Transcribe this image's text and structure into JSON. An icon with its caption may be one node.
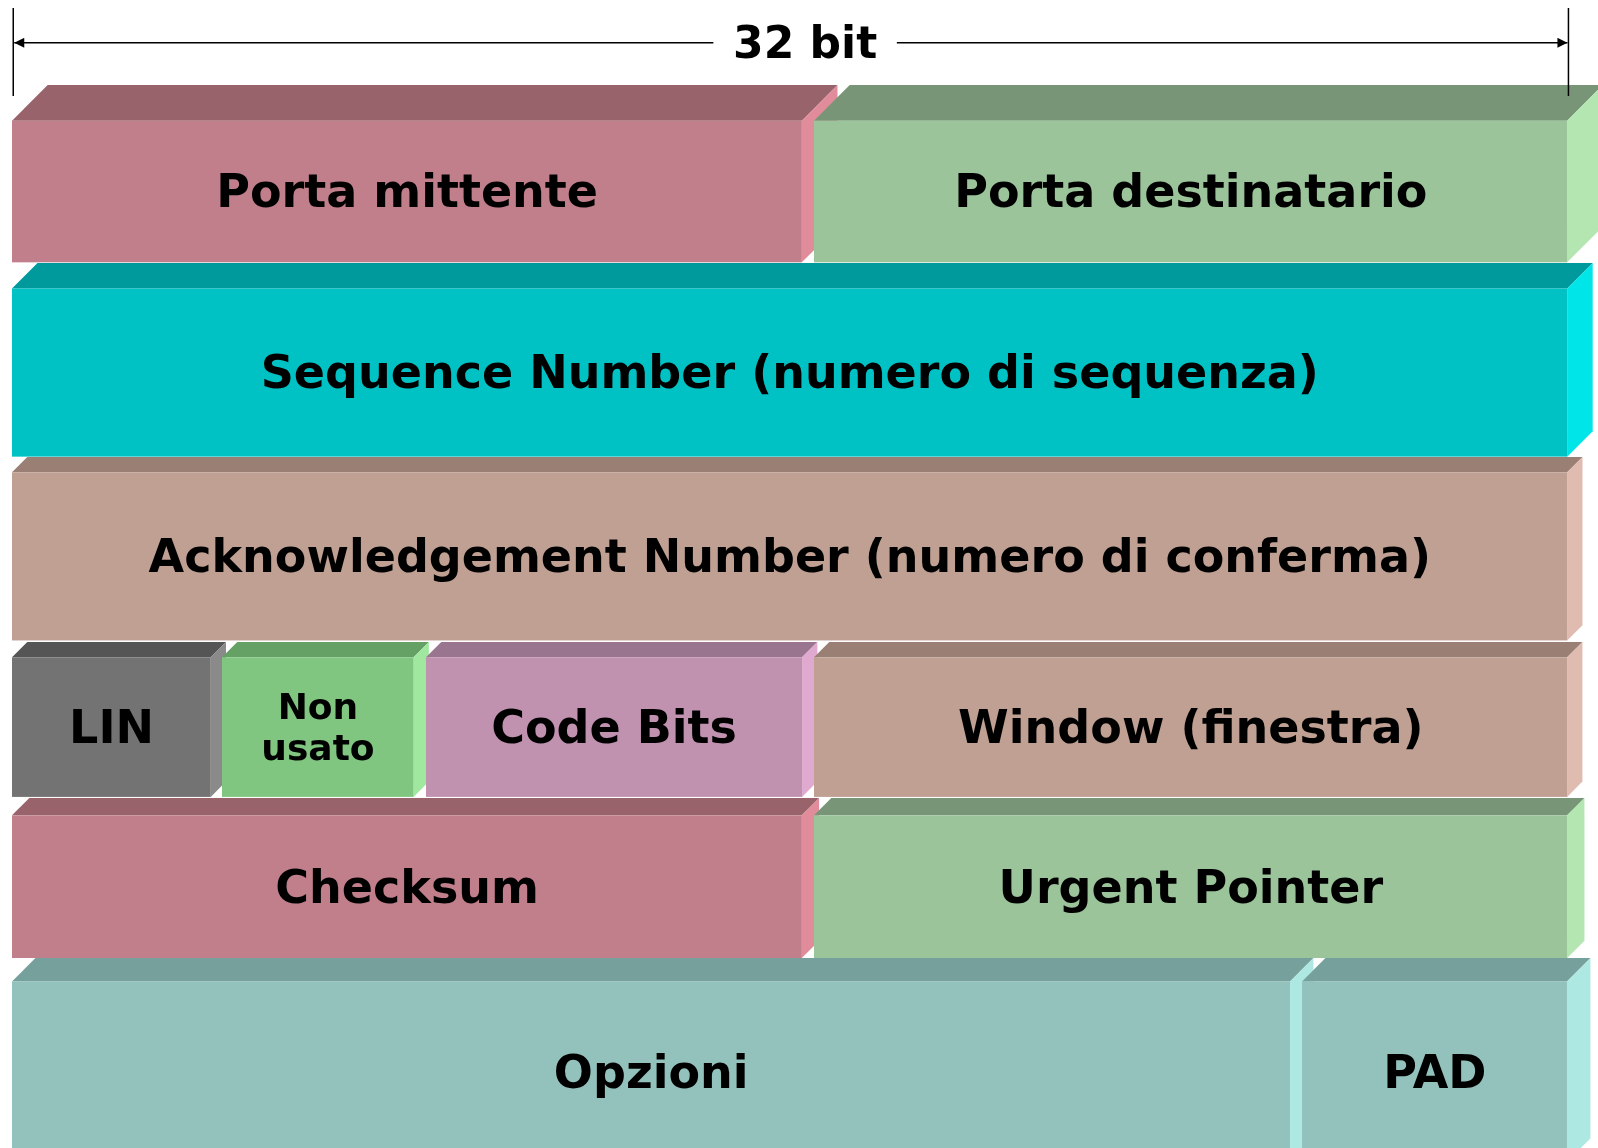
{
  "diagram": {
    "nodes": [
      {
        "text": [
          "Porta mittente"
        ]
      },
      {
        "text": [
          "Porta destinatario"
        ]
      },
      {
        "text": [
          "Sequence Number (numero di sequenza)"
        ]
      },
      {
        "text": [
          "Acknowledgement Number (numero di conferma)"
        ]
      },
      {
        "text": [
          "LIN"
        ]
      },
      {
        "text": [
          "Non usato"
        ]
      },
      {
        "text": [
          "Code Bits"
        ]
      },
      {
        "text": [
          "Window (finestra)"
        ]
      },
      {
        "text": [
          "Checksum"
        ]
      },
      {
        "text": [
          "Urgent Pointer"
        ]
      },
      {
        "text": [
          "Opzioni"
        ]
      },
      {
        "text": [
          "PAD"
        ]
      }
    ],
    "labels": [
      "32 bit"
    ]
  }
}
